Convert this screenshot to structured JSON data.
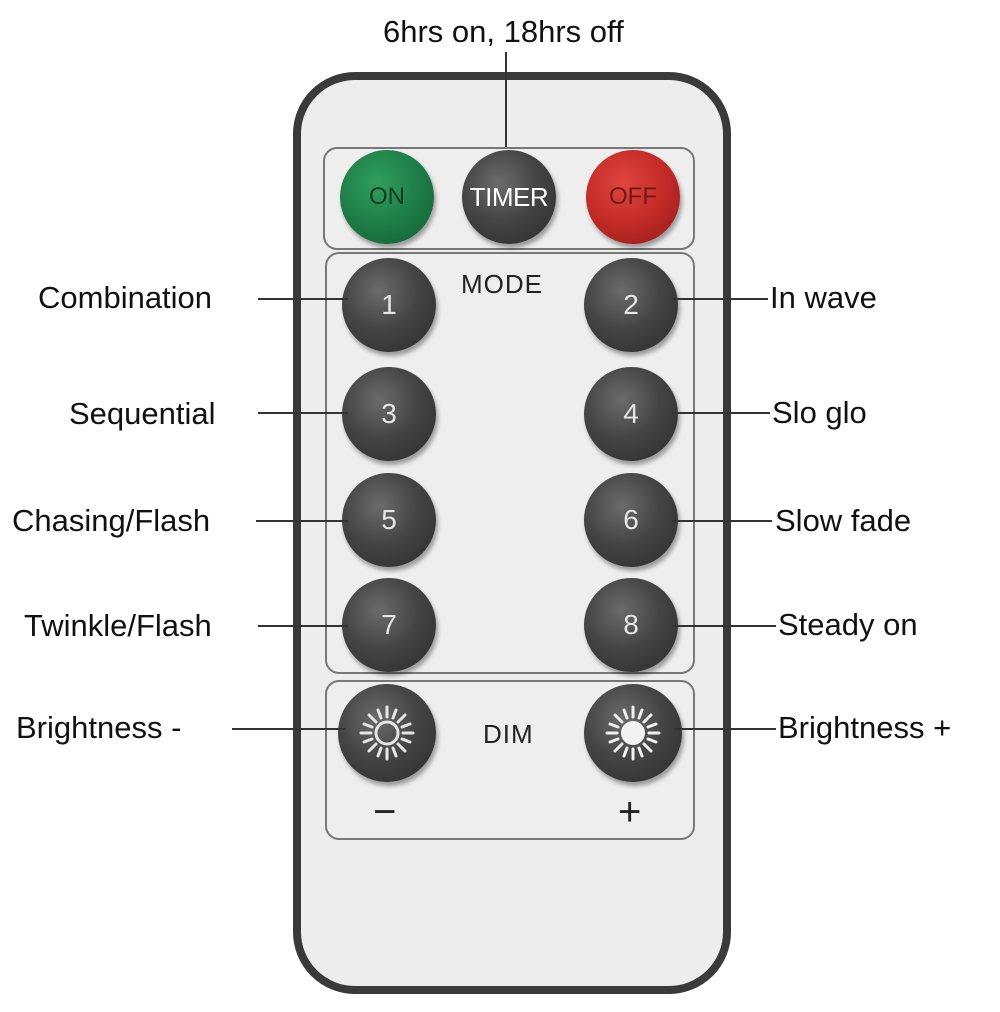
{
  "timer_note": "6hrs on, 18hrs off",
  "top_buttons": {
    "on": "ON",
    "timer": "TIMER",
    "off": "OFF"
  },
  "mode_label": "MODE",
  "mode_buttons": [
    "1",
    "2",
    "3",
    "4",
    "5",
    "6",
    "7",
    "8"
  ],
  "mode_descriptions": {
    "b1": "Combination",
    "b2": "In wave",
    "b3": "Sequential",
    "b4": "Slo glo",
    "b5": "Chasing/Flash",
    "b6": "Slow fade",
    "b7": "Twinkle/Flash",
    "b8": "Steady on"
  },
  "dim": {
    "label": "DIM",
    "minus_desc": "Brightness -",
    "plus_desc": "Brightness +",
    "minus_sign": "−",
    "plus_sign": "+"
  },
  "colors": {
    "on": "#1e7d47",
    "off": "#c32b27",
    "button": "#454545",
    "body": "#ededed",
    "frame": "#3a3a3a"
  },
  "icons": {
    "brightness_down": "sun-outline-icon",
    "brightness_up": "sun-filled-icon"
  }
}
